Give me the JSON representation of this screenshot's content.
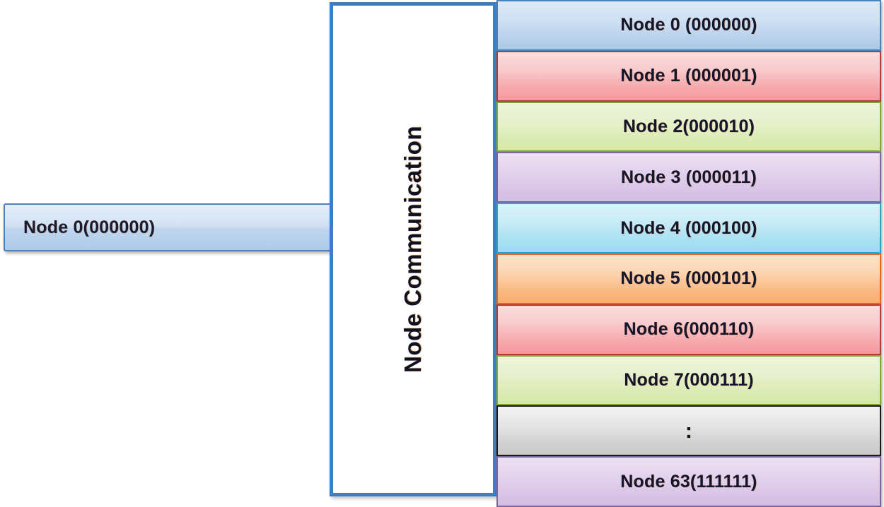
{
  "source_box": {
    "label": "Node 0(000000)"
  },
  "channel": {
    "label": "Node Communication"
  },
  "node_list": {
    "rows": [
      {
        "label": "Node 0 (000000)",
        "color": "blue",
        "border": "#4a82bd"
      },
      {
        "label": "Node 1 (000001)",
        "color": "pink",
        "border": "#b23c3c"
      },
      {
        "label": "Node 2(000010)",
        "color": "green",
        "border": "#80a633"
      },
      {
        "label": "Node 3 (000011)",
        "color": "purple",
        "border": "#8064a2"
      },
      {
        "label": "Node 4 (000100)",
        "color": "cyan",
        "border": "#2fa3c4"
      },
      {
        "label": "Node 5 (000101)",
        "color": "orange",
        "border": "#e06a15"
      },
      {
        "label": "Node 6(000110)",
        "color": "pink",
        "border": "#b23c3c"
      },
      {
        "label": "Node 7(000111)",
        "color": "green",
        "border": "#80a633"
      },
      {
        "label": ":",
        "color": "grey",
        "border": "#1a1a1a"
      },
      {
        "label": "Node 63(111111)",
        "color": "purple",
        "border": "#8064a2"
      }
    ]
  },
  "colors": {
    "channel_border": "#3c7ebf",
    "source_border": "#4a82bd",
    "text": "#15152b",
    "background": "#ffffff"
  }
}
